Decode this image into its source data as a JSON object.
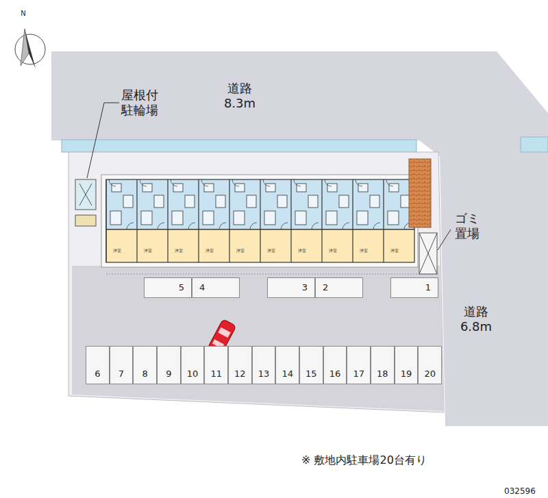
{
  "diagram": {
    "nodes": [
      {
        "text": [
          "道路 8.3m"
        ]
      },
      {
        "text": [
          "道路 6.8m"
        ]
      },
      {
        "text": [
          "5"
        ]
      },
      {
        "text": [
          "4"
        ]
      },
      {
        "text": [
          "3"
        ]
      },
      {
        "text": [
          "2"
        ]
      },
      {
        "text": [
          "1"
        ]
      },
      {
        "text": [
          "6"
        ]
      },
      {
        "text": [
          "7"
        ]
      },
      {
        "text": [
          "8"
        ]
      },
      {
        "text": [
          "9"
        ]
      },
      {
        "text": [
          "10"
        ]
      },
      {
        "text": [
          "11"
        ]
      },
      {
        "text": [
          "12"
        ]
      },
      {
        "text": [
          "13"
        ]
      },
      {
        "text": [
          "14"
        ]
      },
      {
        "text": [
          "15"
        ]
      },
      {
        "text": [
          "16"
        ]
      },
      {
        "text": [
          "17"
        ]
      },
      {
        "text": [
          "18"
        ]
      },
      {
        "text": [
          "19"
        ]
      },
      {
        "text": [
          "20"
        ]
      }
    ],
    "labels": [
      "屋根付 駐輪場",
      "ゴミ 置場",
      "洋室",
      "洋室",
      "洋室",
      "洋室",
      "洋室",
      "洋室",
      "洋室",
      "洋室",
      "洋室",
      "洋室",
      "※ 敷地内駐車場20台有り",
      "032596",
      "N"
    ]
  }
}
